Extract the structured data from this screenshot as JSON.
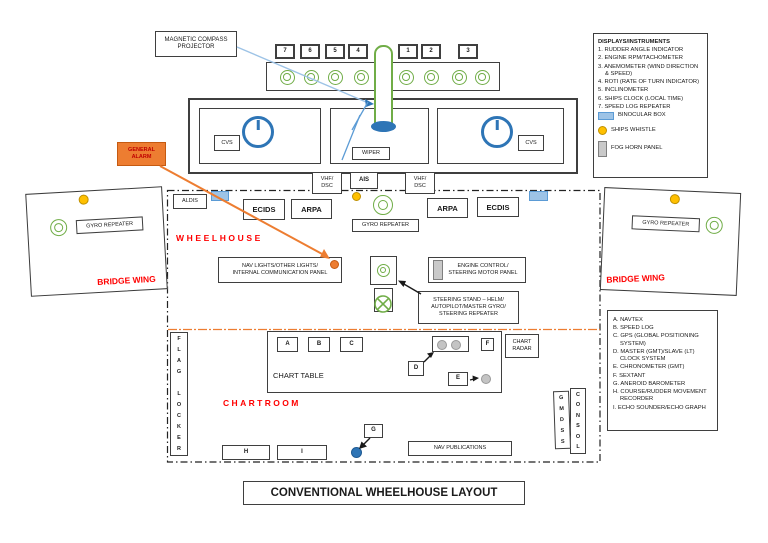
{
  "title": "CONVENTIONAL WHEELHOUSE LAYOUT",
  "colors": {
    "green": "#70ad47",
    "blue": "#2e75b6",
    "light_blue": "#9dc3e6",
    "orange": "#ed7d31",
    "amber": "#ffc000",
    "gray": "#c9c9c9",
    "red": "#ff0000"
  },
  "top": {
    "magnetic_compass_projector": "MAGNETIC COMPASS\nPROJECTOR",
    "numbers": [
      "7",
      "6",
      "5",
      "4",
      "1",
      "2",
      "3"
    ]
  },
  "console": {
    "cvs_left": "CVS",
    "cvs_right": "CVS",
    "wiper": "WIPER",
    "vhf_dsc_left": "VHF/\nDSC",
    "ais": "AIS",
    "vhf_dsc_right": "VHF/\nDSC"
  },
  "wheelhouse": {
    "label": "WHEELHOUSE",
    "aldis": "ALDIS",
    "ecids": "ECIDS",
    "arpa_left": "ARPA",
    "gyro_repeater": "GYRO REPEATER",
    "arpa_right": "ARPA",
    "ecdis": "ECDIS",
    "general_alarm": "GENERAL\nALARM",
    "nav_lights_panel": "NAV LIGHTS/OTHER LIGHTS/\nINTERNAL COMMUNICATION PANEL",
    "engine_control_panel": "ENGINE CONTROL/\nSTEERING MOTOR PANEL",
    "steering_stand_label": "STEERING STAND – HELM/\nAUTOPILOT/MASTER GYRO/\nSTEERING REPEATER"
  },
  "bridge_wing_left": {
    "label": "BRIDGE WING",
    "gyro_repeater": "GYRO REPEATER"
  },
  "bridge_wing_right": {
    "label": "BRIDGE WING",
    "gyro_repeater": "GYRO REPEATER"
  },
  "chartroom": {
    "label": "CHARTROOM",
    "flag_locker": "F\nL\nA\nG\n\nL\nO\nC\nK\nE\nR",
    "chart_table": "CHART TABLE",
    "chart_radar": "CHART\nRADAR",
    "nav_publications": "NAV PUBLICATIONS",
    "gmdss": "G\nM\nD\nS\nS",
    "consol": "C\nO\nN\nS\nO\nL",
    "letter_boxes": [
      "A",
      "B",
      "C",
      "D",
      "E",
      "F",
      "G",
      "H",
      "I"
    ]
  },
  "legend_instruments": {
    "title": "DISPLAYS/INSTRUMENTS",
    "items": [
      "1. RUDDER ANGLE INDICATOR",
      "2. ENGINE RPM/TACHOMETER",
      "3. ANEMOMETER (WIND DIRECTION & SPEED)",
      "4. ROTI (RATE OF TURN INDICATOR)",
      "5. INCLINOMETER",
      "6. SHIPS CLOCK (LOCAL TIME)",
      "7. SPEED LOG REPEATER"
    ],
    "binocular_box": "BINOCULAR BOX",
    "ships_whistle": "SHIPS WHISTLE",
    "fog_horn_panel": "FOG HORN PANEL"
  },
  "legend_chartroom": {
    "items": [
      "A. NAVTEX",
      "B. SPEED LOG",
      "C. GPS (GLOBAL POSITIONING SYSTEM)",
      "D. MASTER (GMT)/SLAVE (LT) CLOCK SYSTEM",
      "E. CHRONOMETER (GMT)",
      "F. SEXTANT",
      "G. ANEROID BAROMETER",
      "H. COURSE/RUDDER MOVEMENT RECORDER",
      "I. ECHO SOUNDER/ECHO GRAPH"
    ]
  }
}
